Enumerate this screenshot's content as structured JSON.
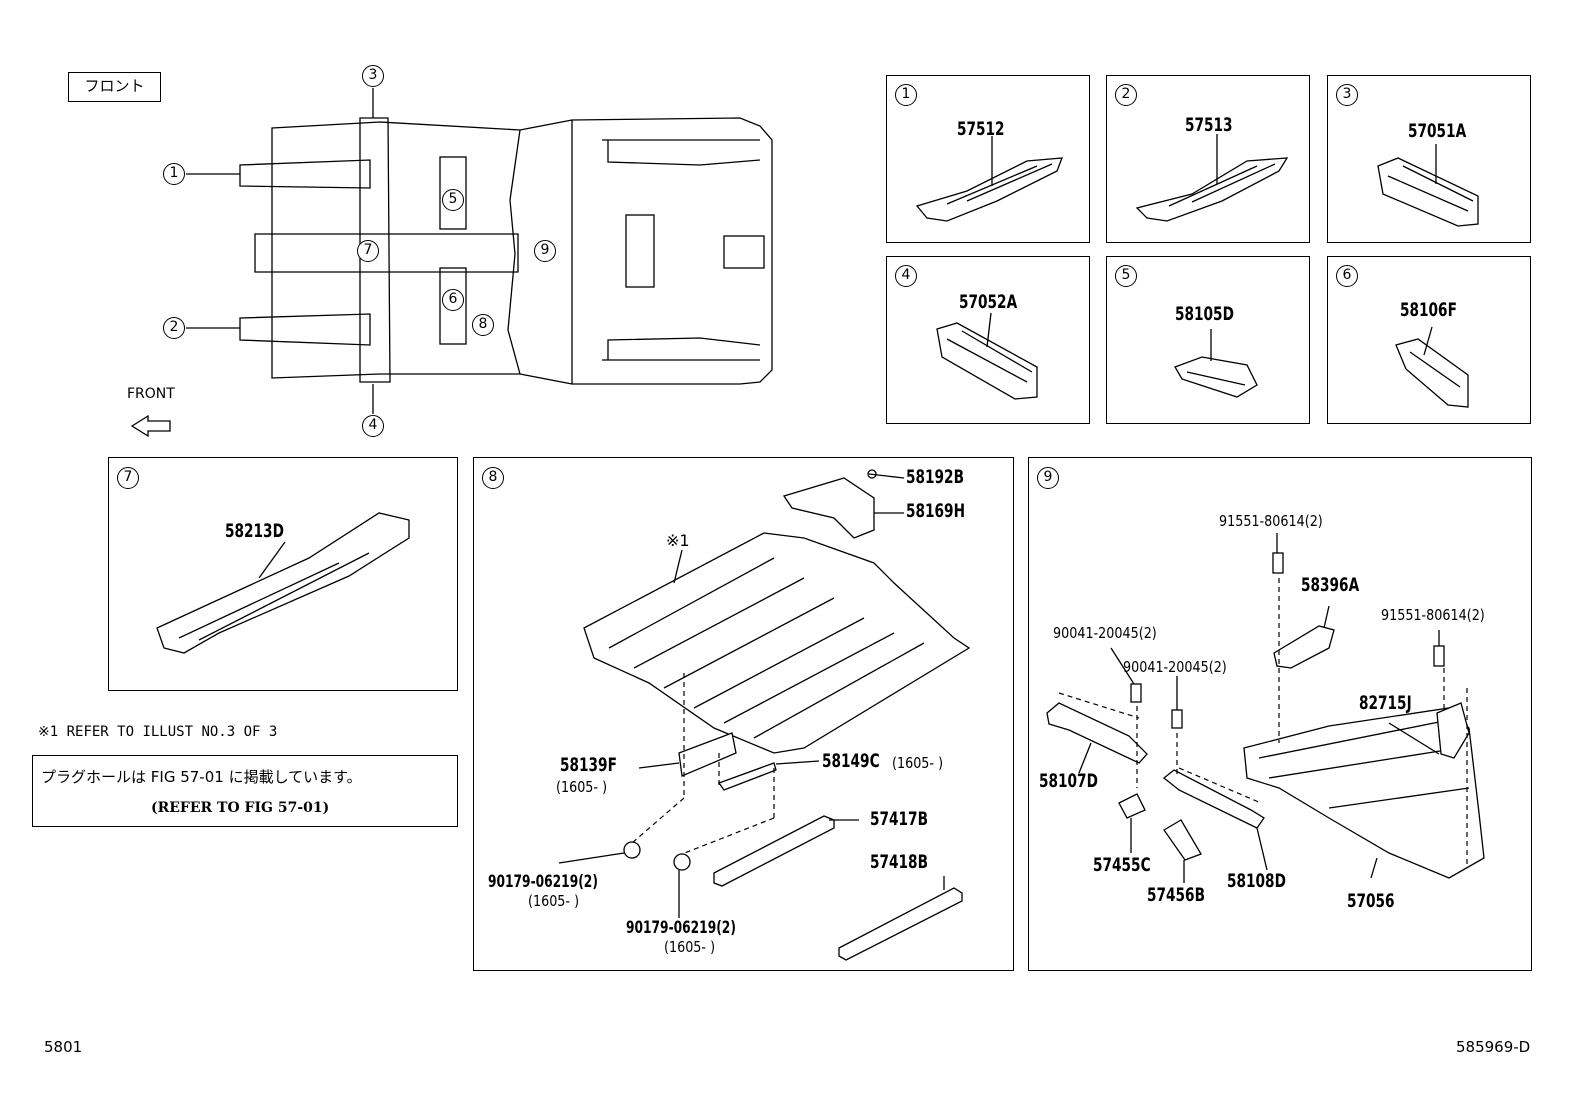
{
  "overview": {
    "front_jp": "フロント",
    "front_en": "FRONT",
    "callouts": [
      "1",
      "2",
      "3",
      "4",
      "5",
      "6",
      "7",
      "8",
      "9"
    ]
  },
  "panels": {
    "p1": {
      "num": "1",
      "part": "57512"
    },
    "p2": {
      "num": "2",
      "part": "57513"
    },
    "p3": {
      "num": "3",
      "part": "57051A"
    },
    "p4": {
      "num": "4",
      "part": "57052A"
    },
    "p5": {
      "num": "5",
      "part": "58105D"
    },
    "p6": {
      "num": "6",
      "part": "58106F"
    },
    "p7": {
      "num": "7",
      "part": "58213D"
    },
    "p8": {
      "num": "8",
      "note_mark": "※1",
      "parts": {
        "a": "58192B",
        "b": "58169H",
        "c": "58139F",
        "c_range": "(1605-     )",
        "d": "58149C",
        "d_range": "(1605-     )",
        "e": "57417B",
        "f": "57418B",
        "g": "90179-06219(2)",
        "g_range": "(1605-     )",
        "h": "90179-06219(2)",
        "h_range": "(1605-     )"
      }
    },
    "p9": {
      "num": "9",
      "parts": {
        "a": "91551-80614(2)",
        "b": "58396A",
        "c": "91551-80614(2)",
        "d": "90041-20045(2)",
        "e": "90041-20045(2)",
        "f": "82715J",
        "g": "58107D",
        "h": "57455C",
        "i": "57456B",
        "j": "58108D",
        "k": "57056"
      }
    }
  },
  "notes": {
    "refer_illust": "※1  REFER TO ILLUST NO.3 OF 3",
    "plug_jp": "プラグホールは FIG 57-01 に掲載しています。",
    "plug_en": "(REFER TO FIG 57-01)"
  },
  "footer": {
    "left": "5801",
    "right": "585969-D"
  }
}
